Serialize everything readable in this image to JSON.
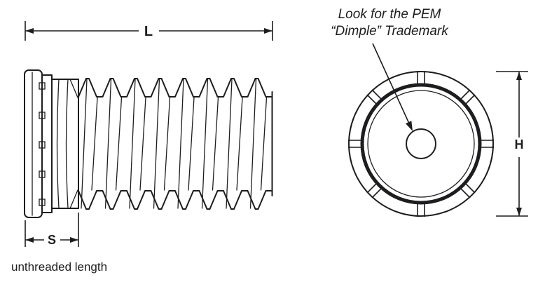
{
  "diagram": {
    "title_semantic": "self-clinching stud technical drawing",
    "labels": {
      "length": "L",
      "unthreaded": "S",
      "height": "H"
    },
    "caption": "unthreaded length",
    "annotation": {
      "line1": "Look for the PEM",
      "line2": "“Dimple” Trademark"
    },
    "colors": {
      "line": "#1d1d1f",
      "background": "#ffffff"
    }
  }
}
